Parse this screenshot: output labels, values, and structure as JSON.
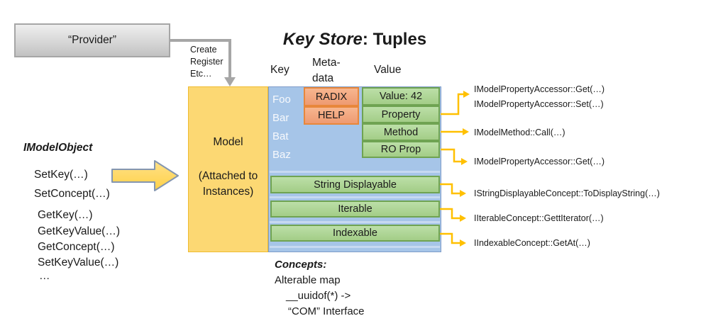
{
  "provider": {
    "label": "“Provider”",
    "actions": [
      "Create",
      "Register",
      "Etc…"
    ]
  },
  "title": {
    "emphasis": "Key Store",
    "separator": ": ",
    "rest": "Tuples"
  },
  "table": {
    "headers": {
      "key": "Key",
      "metadata": [
        "Meta-",
        "data"
      ],
      "value": "Value"
    },
    "model": {
      "label": "Model",
      "note": [
        "(Attached to",
        "Instances)"
      ]
    },
    "keys": [
      "Foo",
      "Bar",
      "Bat",
      "Baz"
    ],
    "metadata_cells": [
      "RADIX",
      "HELP"
    ],
    "value_cells": [
      "Value: 42",
      "Property",
      "Method",
      "RO Prop"
    ],
    "concept_bars": [
      "String Displayable",
      "Iterable",
      "Indexable"
    ]
  },
  "left_panel": {
    "heading": "IModelObject",
    "methods": [
      "SetKey(…)",
      "SetConcept(…)",
      "GetKey(…)",
      "GetKeyValue(…)",
      "GetConcept(…)",
      "SetKeyValue(…)",
      "…"
    ]
  },
  "annotations": {
    "property_get": "IModelPropertyAccessor::Get(…)",
    "property_set": "IModelPropertyAccessor::Set(…)",
    "method": "IModelMethod::Call(…)",
    "ro_prop": "IModelPropertyAccessor::Get(…)",
    "string_displayable": "IStringDisplayableConcept::ToDisplayString(…)",
    "iterable": "IIterableConcept::GettIterator(…)",
    "indexable": "IIndexableConcept::GetAt(…)"
  },
  "footer": {
    "heading": "Concepts:",
    "lines": [
      "Alterable map",
      "__uuidof(*) ->",
      "“COM” Interface"
    ]
  },
  "colors": {
    "model_fill": "#FCD873",
    "table_fill": "#A6C5E8",
    "metadata_fill": "#F2A67E",
    "value_fill": "#ACD393",
    "connector_gold": "#FFC000",
    "connector_gray": "#A6A6A6",
    "block_arrow_fill": "#FFD966",
    "block_arrow_border": "#8496B0"
  }
}
